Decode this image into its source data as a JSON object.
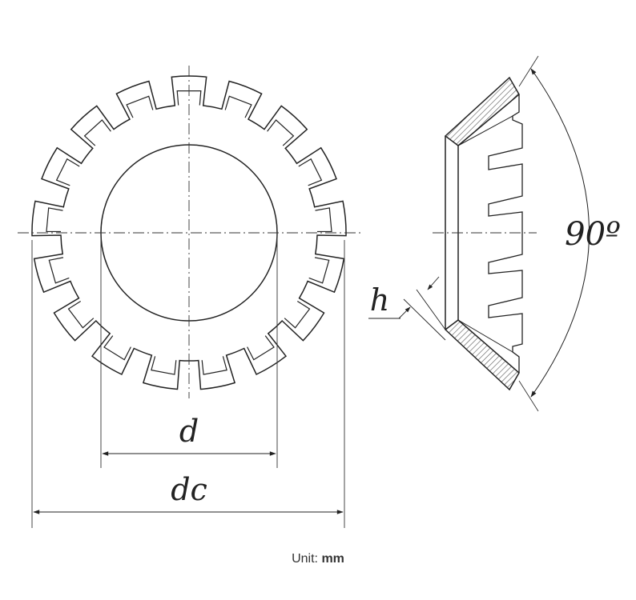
{
  "figure": {
    "labels": {
      "d": "d",
      "dc": "dc",
      "h": "h",
      "angle": "90º"
    }
  },
  "caption": {
    "unit_label": "Unit:",
    "unit_value": "mm"
  },
  "colors": {
    "line": "#222222",
    "hatch": "#555555"
  }
}
